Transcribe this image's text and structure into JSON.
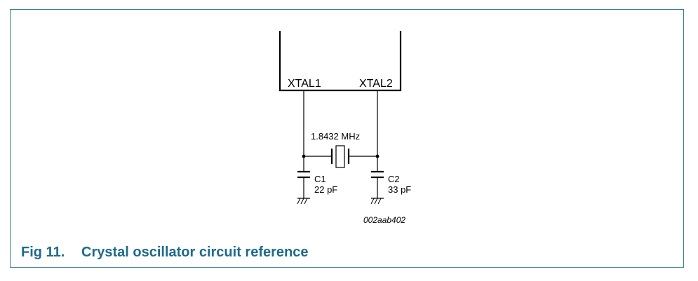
{
  "figure": {
    "number": "Fig 11.",
    "title": "Crystal oscillator circuit reference",
    "ref_code": "002aab402"
  },
  "chip": {
    "pins": [
      "XTAL1",
      "XTAL2"
    ]
  },
  "crystal": {
    "frequency": "1.8432 MHz"
  },
  "capacitors": [
    {
      "name": "C1",
      "value": "22 pF"
    },
    {
      "name": "C2",
      "value": "33 pF"
    }
  ],
  "colors": {
    "frame": "#3a7d8c",
    "caption": "#1f6a8a",
    "wire": "#000000"
  }
}
